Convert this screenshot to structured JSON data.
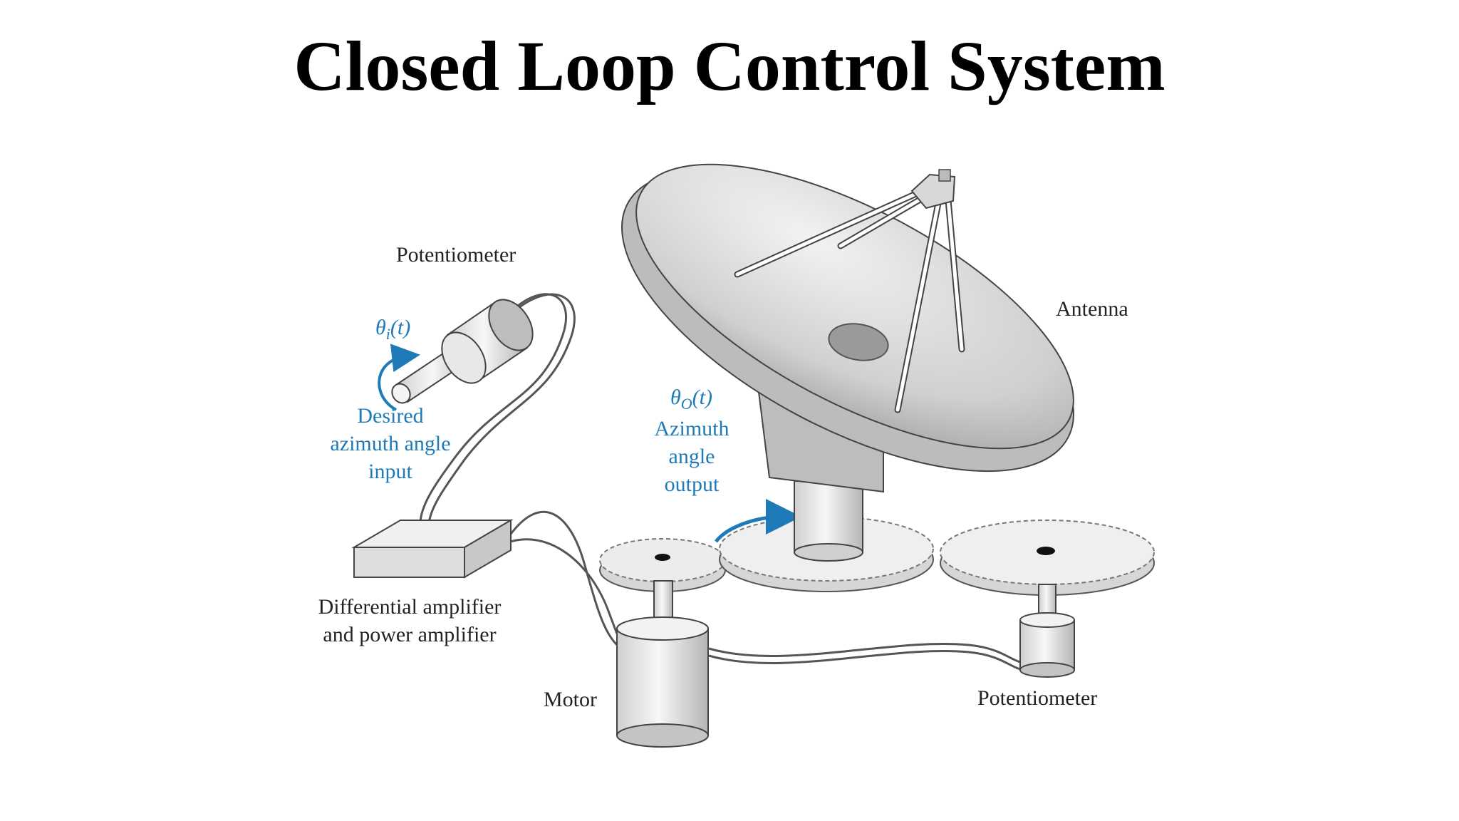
{
  "title": "Closed Loop Control System",
  "labels": {
    "potentiometer_top": "Potentiometer",
    "theta_i": {
      "symbol": "θ",
      "sub": "i",
      "arg": "(t)"
    },
    "desired_input": [
      "Desired",
      "azimuth angle",
      "input"
    ],
    "antenna": "Antenna",
    "theta_o": {
      "symbol": "θ",
      "sub": "O",
      "arg": "(t)"
    },
    "azimuth_output": [
      "Azimuth",
      "angle",
      "output"
    ],
    "amplifier": [
      "Differential amplifier",
      "and power amplifier"
    ],
    "motor": "Motor",
    "potentiometer_bottom": "Potentiometer"
  },
  "colors": {
    "accent_blue": "#1f7ab8",
    "line_gray": "#555555",
    "fill_light": "#e6e6e6"
  }
}
